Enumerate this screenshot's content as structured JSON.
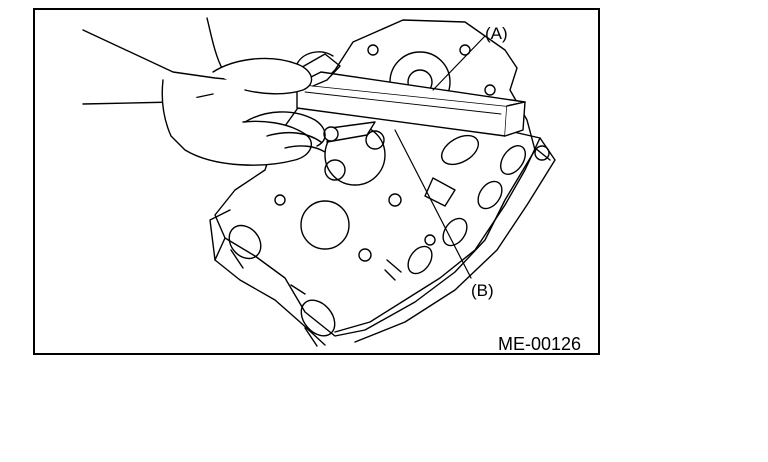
{
  "figure": {
    "callouts": {
      "a": "(A)",
      "b": "(B)"
    },
    "code": "ME-00126"
  },
  "icons": {
    "illustration": "cylinder-head-flatness-check-illustration",
    "straight_edge": "straight-edge-icon",
    "thickness_gauge": "thickness-gauge-icon"
  },
  "colors": {
    "line": "#000000",
    "background": "#ffffff"
  }
}
